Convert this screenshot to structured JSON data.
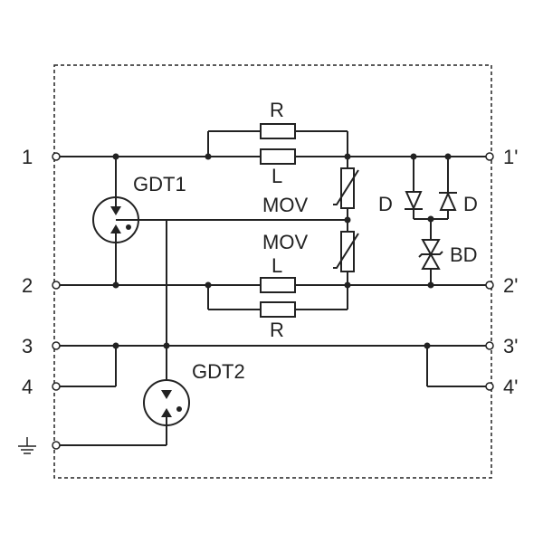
{
  "terminals": {
    "left": [
      "1",
      "2",
      "3",
      "4"
    ],
    "right": [
      "1'",
      "2'",
      "3'",
      "4'"
    ]
  },
  "components": {
    "gdt1": "GDT1",
    "gdt2": "GDT2",
    "r_top": "R",
    "l_top": "L",
    "r_bottom": "R",
    "l_bottom": "L",
    "mov_top": "MOV",
    "mov_bottom": "MOV",
    "diode_left": "D",
    "diode_right": "D",
    "bd": "BD"
  },
  "icons": {
    "ground": "ground-icon"
  },
  "colors": {
    "line": "#222222",
    "background": "#ffffff"
  }
}
